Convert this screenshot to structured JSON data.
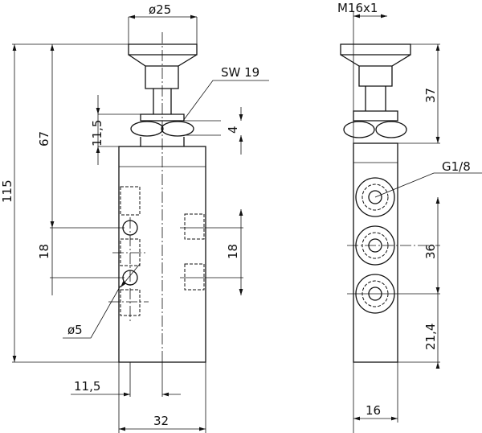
{
  "left_view": {
    "dia_knob": "ø25",
    "wrench_size": "SW 19",
    "overall_height": "115",
    "height_67": "67",
    "nut_height": "11,5",
    "nut_thickness": "4",
    "hole_pitch_left": "18",
    "hole_pitch_right": "18",
    "hole_dia": "ø5",
    "hole_offset": "11,5",
    "width": "32"
  },
  "side_view": {
    "thread": "M16x1",
    "knob_height": "37",
    "port_thread": "G1/8",
    "port_pitch": "36",
    "bottom_offset": "21,4",
    "depth": "16"
  }
}
